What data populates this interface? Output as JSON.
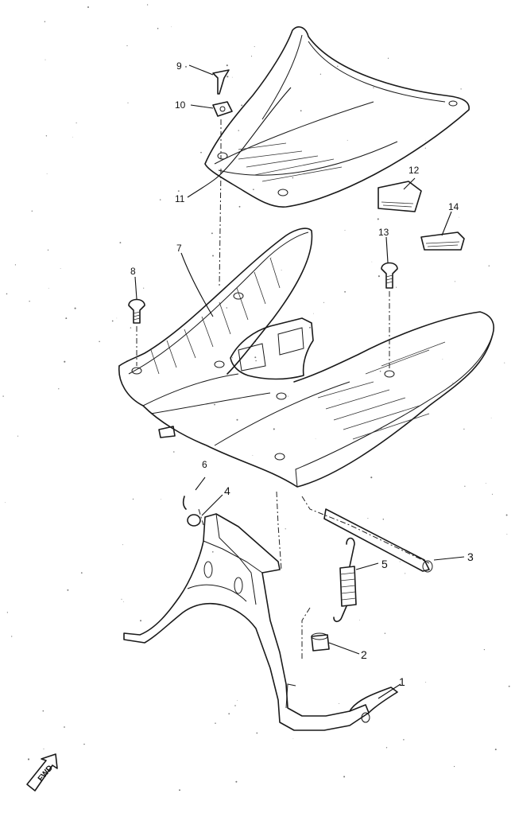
{
  "diagram": {
    "callouts": [
      {
        "id": "1",
        "text": "1"
      },
      {
        "id": "2",
        "text": "2"
      },
      {
        "id": "3",
        "text": "3"
      },
      {
        "id": "4",
        "text": "4"
      },
      {
        "id": "5",
        "text": "5"
      },
      {
        "id": "6",
        "text": "6"
      },
      {
        "id": "7",
        "text": "7"
      },
      {
        "id": "8",
        "text": "8"
      },
      {
        "id": "9",
        "text": "9"
      },
      {
        "id": "10",
        "text": "10"
      },
      {
        "id": "11",
        "text": "11"
      },
      {
        "id": "12",
        "text": "12"
      },
      {
        "id": "13",
        "text": "13"
      },
      {
        "id": "14",
        "text": "14"
      }
    ],
    "fwd_label": "FWD"
  }
}
